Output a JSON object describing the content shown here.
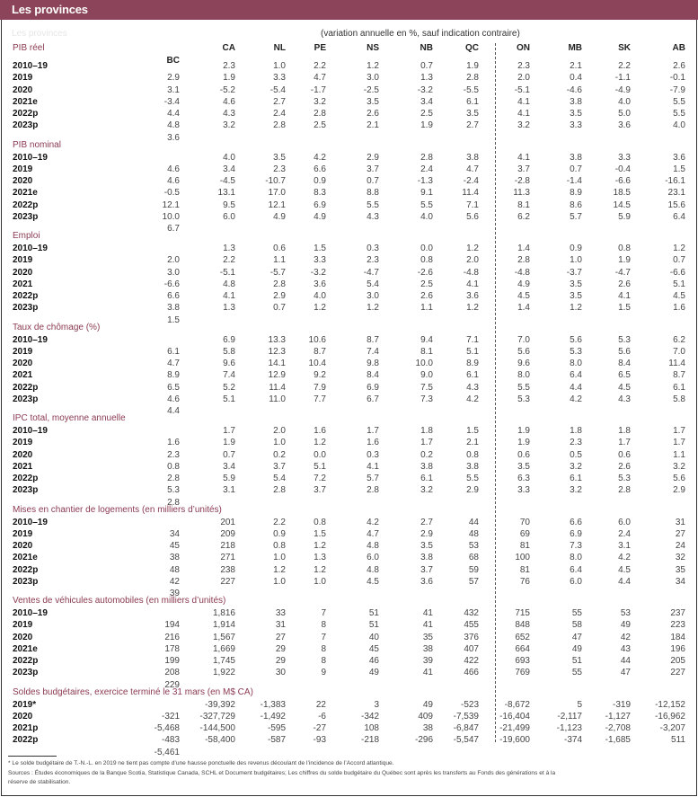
{
  "header": {
    "title": "Les provinces"
  },
  "ghost_title": "Les provinces",
  "subtitle": "(variation annuelle en %, sauf indication contraire)",
  "columns": [
    "CA",
    "NL",
    "PE",
    "NS",
    "NB",
    "QC",
    "ON",
    "MB",
    "SK",
    "AB",
    "BC"
  ],
  "sections": [
    {
      "title": "PIB réel",
      "rows": [
        {
          "label": "2010–19",
          "values": [
            "2.3",
            "1.0",
            "2.2",
            "1.2",
            "0.7",
            "1.9",
            "2.3",
            "2.1",
            "2.2",
            "2.6",
            "2.9"
          ]
        },
        {
          "label": "2019",
          "values": [
            "1.9",
            "3.3",
            "4.7",
            "3.0",
            "1.3",
            "2.8",
            "2.0",
            "0.4",
            "-1.1",
            "-0.1",
            "3.1"
          ]
        },
        {
          "label": "2020",
          "values": [
            "-5.2",
            "-5.4",
            "-1.7",
            "-2.5",
            "-3.2",
            "-5.5",
            "-5.1",
            "-4.6",
            "-4.9",
            "-7.9",
            "-3.4"
          ]
        },
        {
          "label": "2021e",
          "values": [
            "4.6",
            "2.7",
            "3.2",
            "3.5",
            "3.4",
            "6.1",
            "4.1",
            "3.8",
            "4.0",
            "5.5",
            "4.4"
          ]
        },
        {
          "label": "2022p",
          "values": [
            "4.3",
            "2.4",
            "2.8",
            "2.6",
            "2.5",
            "3.5",
            "4.1",
            "3.5",
            "5.0",
            "5.5",
            "4.8"
          ]
        },
        {
          "label": "2023p",
          "values": [
            "3.2",
            "2.8",
            "2.5",
            "2.1",
            "1.9",
            "2.7",
            "3.2",
            "3.3",
            "3.6",
            "4.0",
            "3.6"
          ]
        }
      ]
    },
    {
      "title": "PIB nominal",
      "rows": [
        {
          "label": "2010–19",
          "values": [
            "4.0",
            "3.5",
            "4.2",
            "2.9",
            "2.8",
            "3.8",
            "4.1",
            "3.8",
            "3.3",
            "3.6",
            "4.6"
          ]
        },
        {
          "label": "2019",
          "values": [
            "3.4",
            "2.3",
            "6.6",
            "3.7",
            "2.4",
            "4.7",
            "3.7",
            "0.7",
            "-0.4",
            "1.5",
            "4.6"
          ]
        },
        {
          "label": "2020",
          "values": [
            "-4.5",
            "-10.7",
            "0.9",
            "0.7",
            "-1.3",
            "-2.4",
            "-2.8",
            "-1.4",
            "-6.6",
            "-16.1",
            "-0.5"
          ]
        },
        {
          "label": "2021e",
          "values": [
            "13.1",
            "17.0",
            "8.3",
            "8.8",
            "9.1",
            "11.4",
            "11.3",
            "8.9",
            "18.5",
            "23.1",
            "12.1"
          ]
        },
        {
          "label": "2022p",
          "values": [
            "9.5",
            "12.1",
            "6.9",
            "5.5",
            "5.5",
            "7.1",
            "8.1",
            "8.6",
            "14.5",
            "15.6",
            "10.0"
          ]
        },
        {
          "label": "2023p",
          "values": [
            "6.0",
            "4.9",
            "4.9",
            "4.3",
            "4.0",
            "5.6",
            "6.2",
            "5.7",
            "5.9",
            "6.4",
            "6.7"
          ]
        }
      ]
    },
    {
      "title": "Emploi",
      "rows": [
        {
          "label": "2010–19",
          "values": [
            "1.3",
            "0.6",
            "1.5",
            "0.3",
            "0.0",
            "1.2",
            "1.4",
            "0.9",
            "0.8",
            "1.2",
            "2.0"
          ]
        },
        {
          "label": "2019",
          "values": [
            "2.2",
            "1.1",
            "3.3",
            "2.3",
            "0.8",
            "2.0",
            "2.8",
            "1.0",
            "1.9",
            "0.7",
            "3.0"
          ]
        },
        {
          "label": "2020",
          "values": [
            "-5.1",
            "-5.7",
            "-3.2",
            "-4.7",
            "-2.6",
            "-4.8",
            "-4.8",
            "-3.7",
            "-4.7",
            "-6.6",
            "-6.6"
          ]
        },
        {
          "label": "2021",
          "values": [
            "4.8",
            "2.8",
            "3.6",
            "5.4",
            "2.5",
            "4.1",
            "4.9",
            "3.5",
            "2.6",
            "5.1",
            "6.6"
          ]
        },
        {
          "label": "2022p",
          "values": [
            "4.1",
            "2.9",
            "4.0",
            "3.0",
            "2.6",
            "3.6",
            "4.5",
            "3.5",
            "4.1",
            "4.5",
            "3.8"
          ]
        },
        {
          "label": "2023p",
          "values": [
            "1.3",
            "0.7",
            "1.2",
            "1.2",
            "1.1",
            "1.2",
            "1.4",
            "1.2",
            "1.5",
            "1.6",
            "1.5"
          ]
        }
      ]
    },
    {
      "title": "Taux de chômage (%)",
      "rows": [
        {
          "label": "2010–19",
          "values": [
            "6.9",
            "13.3",
            "10.6",
            "8.7",
            "9.4",
            "7.1",
            "7.0",
            "5.6",
            "5.3",
            "6.2",
            "6.1"
          ]
        },
        {
          "label": "2019",
          "values": [
            "5.8",
            "12.3",
            "8.7",
            "7.4",
            "8.1",
            "5.1",
            "5.6",
            "5.3",
            "5.6",
            "7.0",
            "4.7"
          ]
        },
        {
          "label": "2020",
          "values": [
            "9.6",
            "14.1",
            "10.4",
            "9.8",
            "10.0",
            "8.9",
            "9.6",
            "8.0",
            "8.4",
            "11.4",
            "8.9"
          ]
        },
        {
          "label": "2021",
          "values": [
            "7.4",
            "12.9",
            "9.2",
            "8.4",
            "9.0",
            "6.1",
            "8.0",
            "6.4",
            "6.5",
            "8.7",
            "6.5"
          ]
        },
        {
          "label": "2022p",
          "values": [
            "5.2",
            "11.4",
            "7.9",
            "6.9",
            "7.5",
            "4.3",
            "5.5",
            "4.4",
            "4.5",
            "6.1",
            "4.6"
          ]
        },
        {
          "label": "2023p",
          "values": [
            "5.1",
            "11.0",
            "7.7",
            "6.7",
            "7.3",
            "4.2",
            "5.3",
            "4.2",
            "4.3",
            "5.8",
            "4.4"
          ]
        }
      ]
    },
    {
      "title": "IPC total, moyenne annuelle",
      "rows": [
        {
          "label": "2010–19",
          "values": [
            "1.7",
            "2.0",
            "1.6",
            "1.7",
            "1.8",
            "1.5",
            "1.9",
            "1.8",
            "1.8",
            "1.7",
            "1.6"
          ]
        },
        {
          "label": "2019",
          "values": [
            "1.9",
            "1.0",
            "1.2",
            "1.6",
            "1.7",
            "2.1",
            "1.9",
            "2.3",
            "1.7",
            "1.7",
            "2.3"
          ]
        },
        {
          "label": "2020",
          "values": [
            "0.7",
            "0.2",
            "0.0",
            "0.3",
            "0.2",
            "0.8",
            "0.6",
            "0.5",
            "0.6",
            "1.1",
            "0.8"
          ]
        },
        {
          "label": "2021",
          "values": [
            "3.4",
            "3.7",
            "5.1",
            "4.1",
            "3.8",
            "3.8",
            "3.5",
            "3.2",
            "2.6",
            "3.2",
            "2.8"
          ]
        },
        {
          "label": "2022p",
          "values": [
            "5.9",
            "5.4",
            "7.2",
            "5.7",
            "6.1",
            "5.5",
            "6.3",
            "6.1",
            "5.3",
            "5.6",
            "5.3"
          ]
        },
        {
          "label": "2023p",
          "values": [
            "3.1",
            "2.8",
            "3.7",
            "2.8",
            "3.2",
            "2.9",
            "3.3",
            "3.2",
            "2.8",
            "2.9",
            "2.8"
          ]
        }
      ]
    },
    {
      "title": "Mises en chantier de logements (en milliers d’unités)",
      "rows": [
        {
          "label": "2010–19",
          "values": [
            "201",
            "2.2",
            "0.8",
            "4.2",
            "2.7",
            "44",
            "70",
            "6.6",
            "6.0",
            "31",
            "34"
          ]
        },
        {
          "label": "2019",
          "values": [
            "209",
            "0.9",
            "1.5",
            "4.7",
            "2.9",
            "48",
            "69",
            "6.9",
            "2.4",
            "27",
            "45"
          ]
        },
        {
          "label": "2020",
          "values": [
            "218",
            "0.8",
            "1.2",
            "4.8",
            "3.5",
            "53",
            "81",
            "7.3",
            "3.1",
            "24",
            "38"
          ]
        },
        {
          "label": "2021e",
          "values": [
            "271",
            "1.0",
            "1.3",
            "6.0",
            "3.8",
            "68",
            "100",
            "8.0",
            "4.2",
            "32",
            "48"
          ]
        },
        {
          "label": "2022p",
          "values": [
            "238",
            "1.2",
            "1.2",
            "4.8",
            "3.7",
            "59",
            "81",
            "6.4",
            "4.5",
            "35",
            "42"
          ]
        },
        {
          "label": "2023p",
          "values": [
            "227",
            "1.0",
            "1.0",
            "4.5",
            "3.6",
            "57",
            "76",
            "6.0",
            "4.4",
            "34",
            "39"
          ]
        }
      ]
    },
    {
      "title": "Ventes de véhicules automobiles (en milliers d’unités)",
      "rows": [
        {
          "label": "2010–19",
          "values": [
            "1,816",
            "33",
            "7",
            "51",
            "41",
            "432",
            "715",
            "55",
            "53",
            "237",
            "194"
          ]
        },
        {
          "label": "2019",
          "values": [
            "1,914",
            "31",
            "8",
            "51",
            "41",
            "455",
            "848",
            "58",
            "49",
            "223",
            "216"
          ]
        },
        {
          "label": "2020",
          "values": [
            "1,567",
            "27",
            "7",
            "40",
            "35",
            "376",
            "652",
            "47",
            "42",
            "184",
            "178"
          ]
        },
        {
          "label": "2021e",
          "values": [
            "1,669",
            "29",
            "8",
            "45",
            "38",
            "407",
            "664",
            "49",
            "43",
            "196",
            "199"
          ]
        },
        {
          "label": "2022p",
          "values": [
            "1,745",
            "29",
            "8",
            "46",
            "39",
            "422",
            "693",
            "51",
            "44",
            "205",
            "208"
          ]
        },
        {
          "label": "2023p",
          "values": [
            "1,922",
            "30",
            "9",
            "49",
            "41",
            "466",
            "769",
            "55",
            "47",
            "227",
            "229"
          ]
        }
      ]
    },
    {
      "title": "Soldes budgétaires, exercice terminé le 31 mars (en M$ CA)",
      "rows": [
        {
          "label": "2019*",
          "values": [
            "-39,392",
            "-1,383",
            "22",
            "3",
            "49",
            "-523",
            "-8,672",
            "5",
            "-319",
            "-12,152",
            "-321"
          ]
        },
        {
          "label": "2020",
          "values": [
            "-327,729",
            "-1,492",
            "-6",
            "-342",
            "409",
            "-7,539",
            "-16,404",
            "-2,117",
            "-1,127",
            "-16,962",
            "-5,468"
          ]
        },
        {
          "label": "2021p",
          "values": [
            "-144,500",
            "-595",
            "-27",
            "108",
            "38",
            "-6,847",
            "-21,499",
            "-1,123",
            "-2,708",
            "-3,207",
            "-483"
          ]
        },
        {
          "label": "2022p",
          "values": [
            "-58,400",
            "-587",
            "-93",
            "-218",
            "-296",
            "-5,547",
            "-19,600",
            "-374",
            "-1,685",
            "511",
            "-5,461"
          ]
        }
      ]
    }
  ],
  "footnotes": [
    "* Le solde budgétaire de T.-N.-L. en 2019 ne tient pas compte d’une hausse ponctuelle des revenus découlant de l’incidence de l’Accord atlantique.",
    "Sources : Études économiques de la Banque Scotia, Statistique Canada, SCHL et Document budgétaires; Les chiffres du solde budgétaire du Québec sont après les transferts au Fonds des générations et à la",
    "réserve de stabilisation."
  ]
}
